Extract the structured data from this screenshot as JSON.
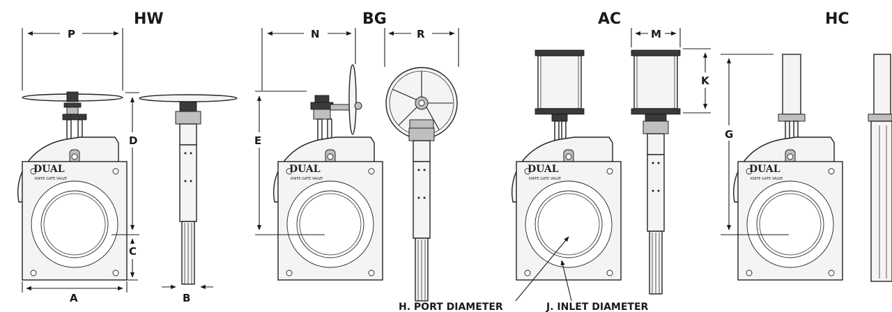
{
  "models": {
    "hw": "HW",
    "bg": "BG",
    "ac": "AC",
    "hc": "HC"
  },
  "dimensions": {
    "a": "A",
    "b": "B",
    "c": "C",
    "d": "D",
    "e": "E",
    "g": "G",
    "k": "K",
    "m": "M",
    "n": "N",
    "p": "P",
    "r": "R"
  },
  "callouts": {
    "port_diameter": "H. PORT DIAMETER",
    "inlet_diameter": "J. INLET DIAMETER"
  },
  "logo": {
    "brand": "DUAL",
    "subtext": "KNIFE GATE VALVE"
  }
}
